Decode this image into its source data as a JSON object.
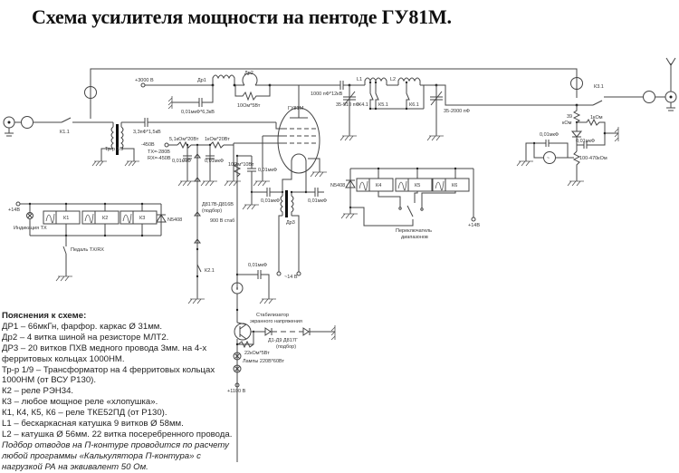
{
  "title": "Схема усилителя мощности на пентоде ГУ81М.",
  "labels": {
    "plus3000": "+3000 В",
    "dr1": "Др1",
    "dr2": "Др2",
    "c_anode_block": "0,01мкФ*6,3кВ",
    "r_dr2": "10Ом*5Вт",
    "tube": "ГУ81М",
    "c_coupling_out": "1000 пФ*12кВ",
    "c_var1": "35-510 пФ",
    "k4_1": "К4.1",
    "k5_1": "К5.1",
    "k6_1": "К6.1",
    "l1": "L1",
    "l2": "L2",
    "c_var2": "35-2000 пФ",
    "k3_1": "К3.1",
    "k1_1": "К1.1",
    "tr": "Тр-р 1/9",
    "c_input": "3,3пФ*1,5кВ",
    "bias_in": "-450В",
    "bias_tx": "ТХ=-280В",
    "bias_rx": "RX=-450В",
    "r_bias1": "5,1кОм*20Вт",
    "r_bias2": "1кОм*20Вт",
    "c_bias1": "0,01мкФ",
    "c_bias2": "0,01мкФ",
    "r_screen": "10Ом*10Вт",
    "c_screen": "0,01мкФ",
    "zener_bias": "Д817В-Д816В",
    "zener_bias_note": "(подбор)",
    "v900": "900 В стаб",
    "c_dr3_left": "0,01мкФ",
    "c_dr3_right": "0,01мкФ",
    "dr3": "Др3",
    "k2_1": "К2.1",
    "c_meter": "0,01мкФ",
    "v14ac": "~14 В",
    "stab_title": "Стабилизатор",
    "stab_sub": "экранного напряжения",
    "zener_chain": "Д1-Д9 Д817Г",
    "zener_chain_note": "(подбор)",
    "r_base": "22кОм*5Вт",
    "lamps": "Лампы 220В*60Вт",
    "plus1100": "+1100 В",
    "r39k": "39",
    "r39k_unit": "кОм",
    "r1k": "1кОм",
    "c_swr1": "0,01мкФ",
    "c_swr2": "0,01мкФ",
    "r_pot": "100-470кОм",
    "plus14_left": "+14В",
    "tx_indicator": "Индикация ТХ",
    "k1": "К1",
    "k2": "К2",
    "k3": "К3",
    "n5408_left": "N5408",
    "pedal": "Педаль ТХ/RX",
    "n5408_right": "N5408",
    "k4": "К4",
    "k5": "К5",
    "k6": "К6",
    "range_switch_1": "Переключатель",
    "range_switch_2": "диапазонов",
    "plus14_right": "+14В"
  },
  "notes": {
    "heading": "Пояснения к схеме:",
    "lines": [
      "ДР1 – 66мкГн, фарфор. каркас  Ø 31мм.",
      "Др2 – 4 витка шиной на резисторе МЛТ2.",
      "ДР3 – 20 витков ПХВ медного провода 3мм. на 4-х",
      "ферритовых кольцах 1000НМ.",
      "Тр-р 1/9 – Трансформатор на 4 ферритовых кольцах",
      "1000НМ (от ВСУ Р130).",
      "К2 – реле РЭН34.",
      "К3 – любое мощное реле «хлопушка».",
      "К1, К4, К5, К6 – реле ТКЕ52ПД (от Р130).",
      "L1 – бескаркасная катушка 9 витков Ø 58мм.",
      "L2 – катушка Ø 56мм. 22 витка посеребренного провода."
    ],
    "italic_lines": [
      "Подбор отводов на П-контуре проводится по расчету",
      "любой программы «Калькулятора П-контура» с",
      "нагрузкой РА на эквивалент 50 Ом."
    ]
  }
}
